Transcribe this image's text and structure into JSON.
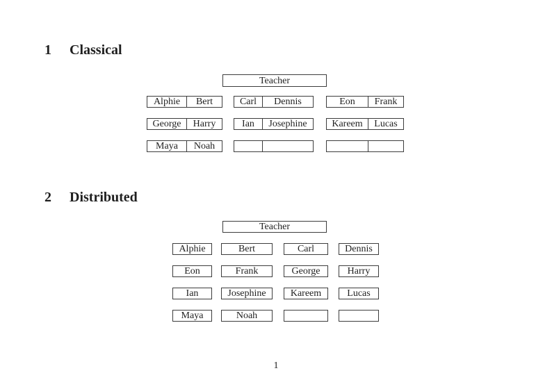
{
  "colors": {
    "ink": "#1f1f1f",
    "line": "#3c3c3c",
    "background": "#ffffff"
  },
  "page": {
    "number": "1"
  },
  "sections": [
    {
      "number": "1",
      "title": "Classical"
    },
    {
      "number": "2",
      "title": "Distributed"
    }
  ],
  "classical": {
    "teacher_label": "Teacher",
    "desks": [
      [
        "Alphie",
        "Bert"
      ],
      [
        "Carl",
        "Dennis"
      ],
      [
        "Eon",
        "Frank"
      ],
      [
        "George",
        "Harry"
      ],
      [
        "Ian",
        "Josephine"
      ],
      [
        "Kareem",
        "Lucas"
      ],
      [
        "Maya",
        "Noah"
      ],
      [
        "",
        ""
      ],
      [
        "",
        ""
      ]
    ]
  },
  "distributed": {
    "teacher_label": "Teacher",
    "seats": [
      "Alphie",
      "Bert",
      "Carl",
      "Dennis",
      "Eon",
      "Frank",
      "George",
      "Harry",
      "Ian",
      "Josephine",
      "Kareem",
      "Lucas",
      "Maya",
      "Noah",
      "",
      ""
    ]
  }
}
